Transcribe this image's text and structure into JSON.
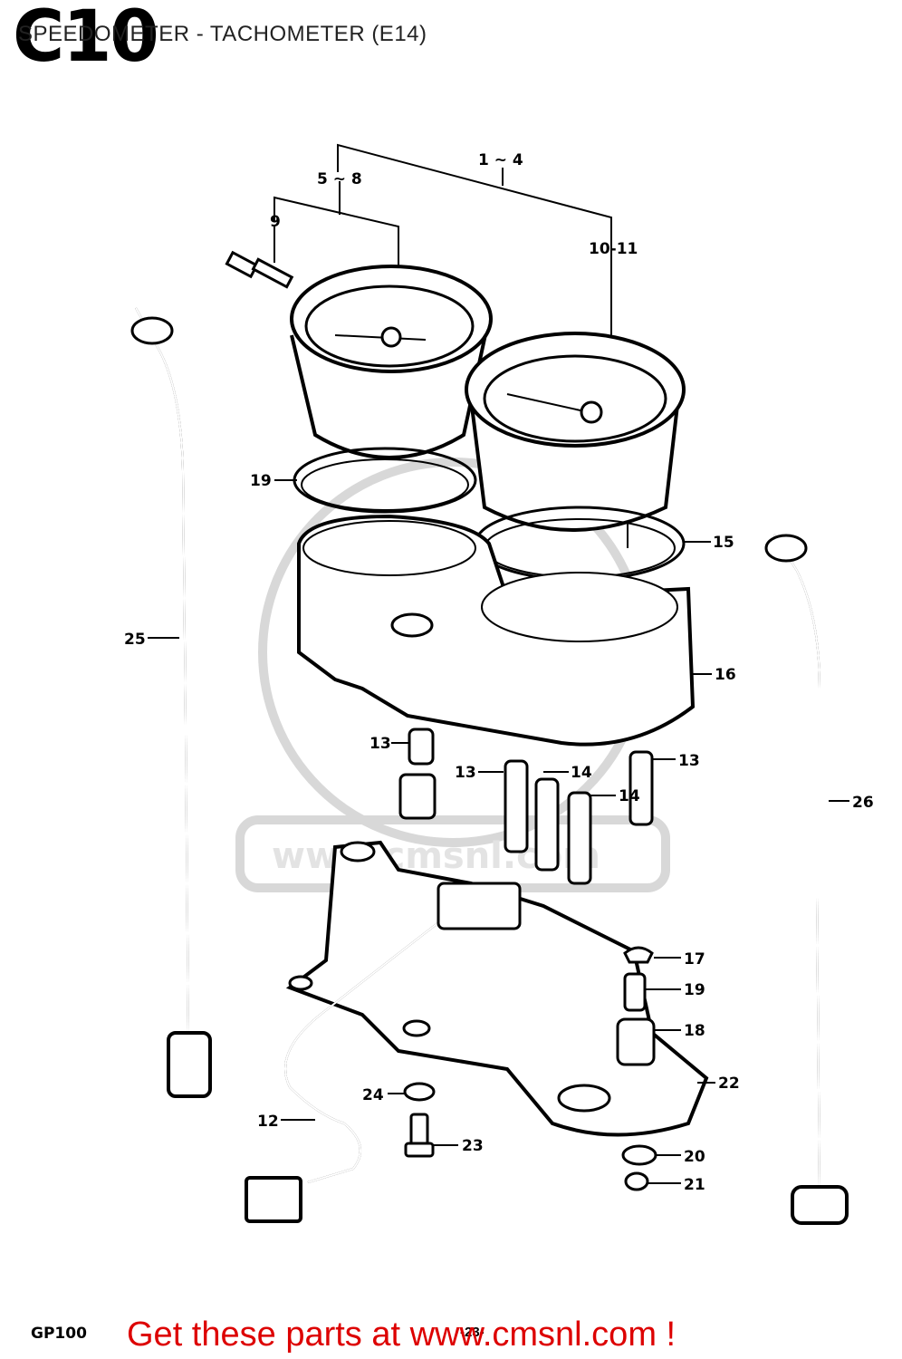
{
  "header": {
    "code": "C10",
    "title": "SPEEDOMETER - TACHOMETER (E14)"
  },
  "diagram": {
    "labels": {
      "group_1_4": "1 ~ 4",
      "group_5_8": "5 ~ 8",
      "p9": "9",
      "p10_11": "10-11",
      "p19_top": "19",
      "p15": "15",
      "p25": "25",
      "p16": "16",
      "p13_a": "13",
      "p13_b": "13",
      "p13_c": "13",
      "p14_a": "14",
      "p14_b": "14",
      "p26": "26",
      "p17": "17",
      "p19_bottom": "19",
      "p18": "18",
      "p22": "22",
      "p24": "24",
      "p12": "12",
      "p23": "23",
      "p20": "20",
      "p21": "21"
    },
    "watermark": "www.cmsnl.com"
  },
  "footer": {
    "model": "GP100",
    "page": "-23-",
    "promo": "Get these parts at www.cmsnl.com !"
  }
}
